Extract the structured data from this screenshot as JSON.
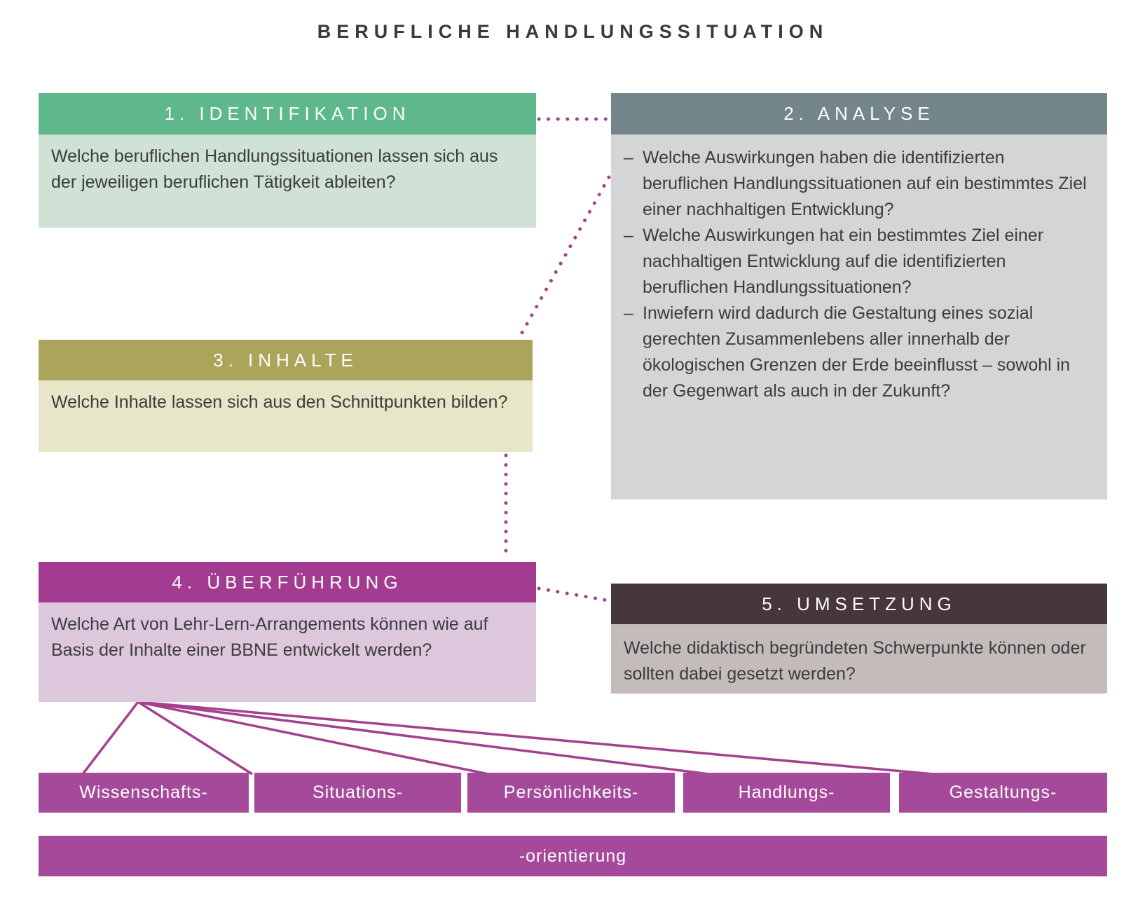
{
  "title": "BERUFLICHE HANDLUNGSSITUATION",
  "colors": {
    "box1_header": "#5eb88c",
    "box1_body": "#cfe2d5",
    "box2_header": "#74868c",
    "box2_body": "#d3d5d7",
    "box3_header": "#aba45b",
    "box3_body": "#e7e6c8",
    "box4_header": "#a33b90",
    "box4_body": "#dcc7dd",
    "box5_header": "#47373a",
    "box5_body": "#c4bcbb",
    "orientation_bar": "#a54a9b",
    "connector_purple": "#a4418f",
    "text_dark": "#3c3c3c"
  },
  "boxes": {
    "identifikation": {
      "header": "1. IDENTIFIKATION",
      "body": "Welche beruflichen Handlungssituationen lassen sich aus der jeweiligen beruflichen Tätigkeit ableiten?"
    },
    "analyse": {
      "header": "2. ANALYSE",
      "bullet": "–",
      "items": [
        "Welche Auswirkungen haben die identifizierten beruflichen Handlungssituationen auf ein bestimmtes Ziel einer nachhaltigen Entwicklung?",
        "Welche Auswirkungen hat ein bestimmtes Ziel einer nachhaltigen Entwicklung auf die identifizierten beruflichen Handlungssituationen?",
        "Inwiefern wird dadurch die Gestaltung eines sozial gerechten Zusammenlebens aller innerhalb der ökologischen Grenzen der Erde beeinflusst – sowohl in der Gegenwart als auch in der Zukunft?"
      ]
    },
    "inhalte": {
      "header": "3. INHALTE",
      "body": "Welche Inhalte lassen sich aus den Schnittpunkten bilden?"
    },
    "ueberfuehrung": {
      "header": "4. ÜBERFÜHRUNG",
      "body": "Welche Art von Lehr-Lern-Arrangements können wie auf Basis der Inhalte einer BBNE entwickelt werden?"
    },
    "umsetzung": {
      "header": "5. UMSETZUNG",
      "body": "Welche didaktisch begründeten Schwerpunkte können oder sollten dabei gesetzt werden?"
    }
  },
  "orientation_bars": [
    "Wissenschafts-",
    "Situations-",
    "Persönlichkeits-",
    "Handlungs-",
    "Gestaltungs-"
  ],
  "orientation_suffix": "-orientierung"
}
